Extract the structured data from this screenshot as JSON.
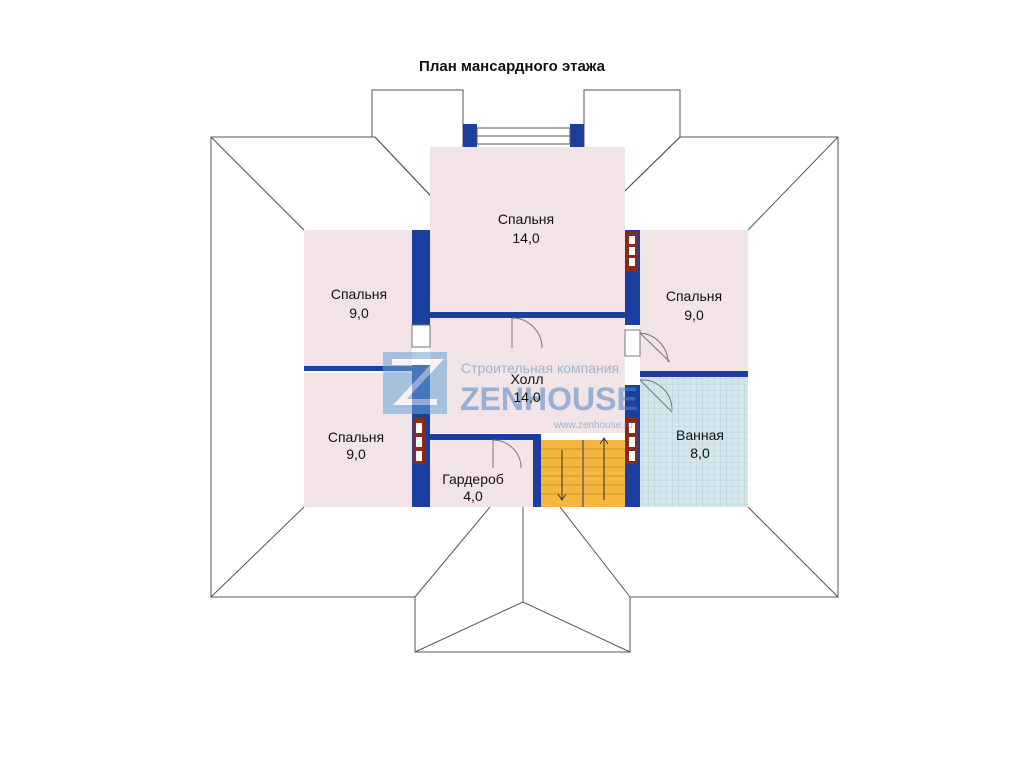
{
  "title": "План мансардного этажа",
  "rooms": [
    {
      "id": "bedroom-top",
      "name": "Спальня",
      "area": "14,0"
    },
    {
      "id": "bedroom-left-top",
      "name": "Спальня",
      "area": "9,0"
    },
    {
      "id": "bedroom-right",
      "name": "Спальня",
      "area": "9,0"
    },
    {
      "id": "hall",
      "name": "Холл",
      "area": "14,0"
    },
    {
      "id": "bedroom-left-bottom",
      "name": "Спальня",
      "area": "9,0"
    },
    {
      "id": "wardrobe",
      "name": "Гардероб",
      "area": "4,0"
    },
    {
      "id": "bathroom",
      "name": "Ванная",
      "area": "8,0"
    }
  ],
  "watermark": {
    "line1": "Строительная компания",
    "line2": "ZENHOUSE",
    "line3": "www.zenhouse.ru"
  },
  "colors": {
    "wall": "#1a3f9e",
    "room": "#f1e3e6",
    "bath_tile": "#c7dee6",
    "stair": "#f5b73d",
    "chimney": "#8a2a1a",
    "roof_line": "#555555"
  }
}
